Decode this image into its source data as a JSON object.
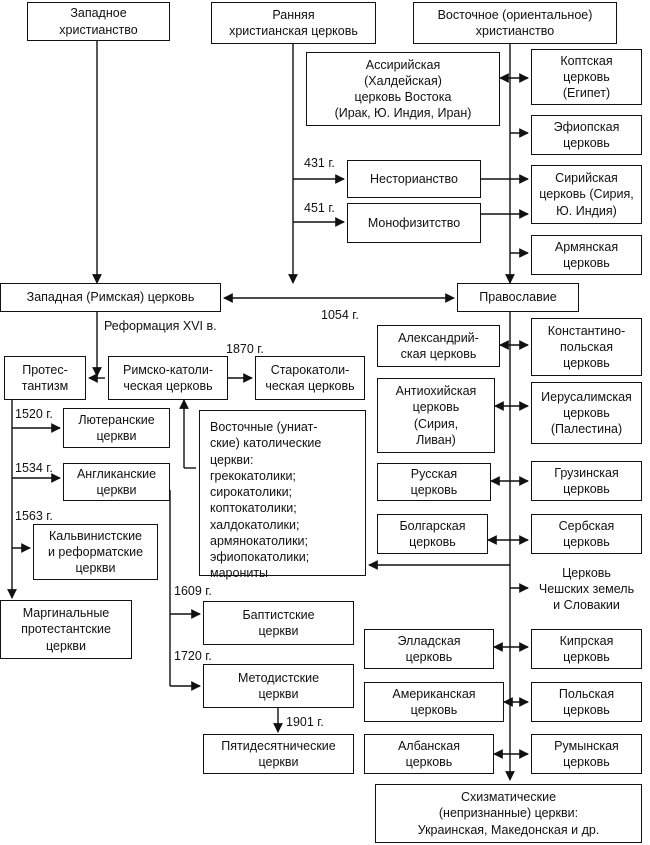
{
  "boxes": {
    "western": "Западное\nхристианство",
    "early": "Ранняя\nхристианская церковь",
    "eastern": "Восточное (ориентальное)\nхристианство",
    "assyrian": "Ассирийская\n(Халдейская)\nцерковь Востока\n(Ирак, Ю. Индия, Иран)",
    "coptic": "Коптская\nцерковь\n(Египет)",
    "ethiopian": "Эфиопская\nцерковь",
    "nestorianism": "Несторианство",
    "syrian": "Сирийская\nцерковь (Сирия,\nЮ. Индия)",
    "monophysitism": "Монофизитство",
    "armenian": "Армянская\nцерковь",
    "roman": "Западная (Римская) церковь",
    "orthodoxy": "Православие",
    "protestantism": "Протес-\nтантизм",
    "roman_catholic": "Римско-католи-\nческая церковь",
    "old_catholic": "Старокатоли-\nческая церковь",
    "alexandria": "Александрий-\nская церковь",
    "constantinople": "Константино-\nпольская\nцерковь",
    "lutheran": "Лютеранские\nцеркви",
    "antioch": "Антиохийская\nцерковь\n(Сирия,\nЛиван)",
    "jerusalem": "Иерусалимская\nцерковь\n(Палестина)",
    "uniate": "Восточные (униат-\nские) католические\nцеркви:\n   грекокатолики;\n   сирокатолики;\n   коптокатолики;\n   халдокатолики;\n   армянокатолики;\n   эфиопокатолики;\n   марониты",
    "anglican": "Англиканские\nцеркви",
    "russian": "Русская\nцерковь",
    "georgian": "Грузинская\nцерковь",
    "calvinist": "Кальвинистские\nи реформатские\nцеркви",
    "bulgarian": "Болгарская\nцерковь",
    "serbian": "Сербская\nцерковь",
    "czech": "Церковь\nЧешских земель\nи Словакии",
    "marginal": "Маргинальные\nпротестантские\nцеркви",
    "baptist": "Баптистские\nцеркви",
    "hellenic": "Элладская\nцерковь",
    "cypriot": "Кипрская\nцерковь",
    "methodist": "Методистские\nцеркви",
    "american": "Американская\nцерковь",
    "polish": "Польская\nцерковь",
    "pentecostal": "Пятидесятнические\nцеркви",
    "albanian": "Албанская\nцерковь",
    "romanian": "Румынская\nцерковь",
    "schismatic": "Схизматические\n(непризнанные) церкви:\nУкраинская, Македонская и др."
  },
  "labels": {
    "y431": "431 г.",
    "y451": "451 г.",
    "y1054": "1054 г.",
    "reformation": "Реформация XVI в.",
    "y1870": "1870 г.",
    "y1520": "1520 г.",
    "y1534": "1534 г.",
    "y1563": "1563 г.",
    "y1609": "1609 г.",
    "y1720": "1720 г.",
    "y1901": "1901 г."
  }
}
